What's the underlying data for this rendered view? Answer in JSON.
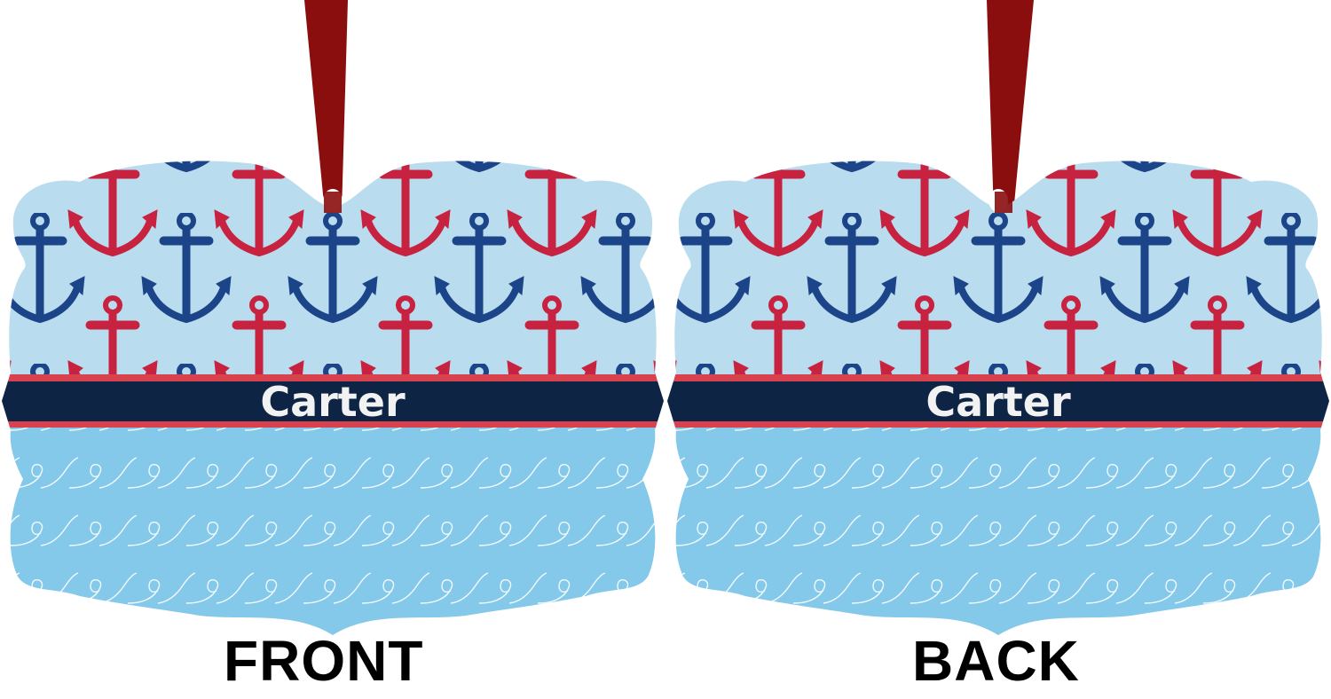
{
  "ornaments": [
    {
      "side_label": "FRONT",
      "name": "Carter"
    },
    {
      "side_label": "BACK",
      "name": "Carter"
    }
  ],
  "colors": {
    "sky_top": "#b9dcee",
    "sky_bottom": "#84c8ea",
    "anchor_red": "#c7223f",
    "anchor_blue": "#1c4488",
    "band_navy": "#0e2445",
    "ribbon": "#8b0e0e"
  }
}
